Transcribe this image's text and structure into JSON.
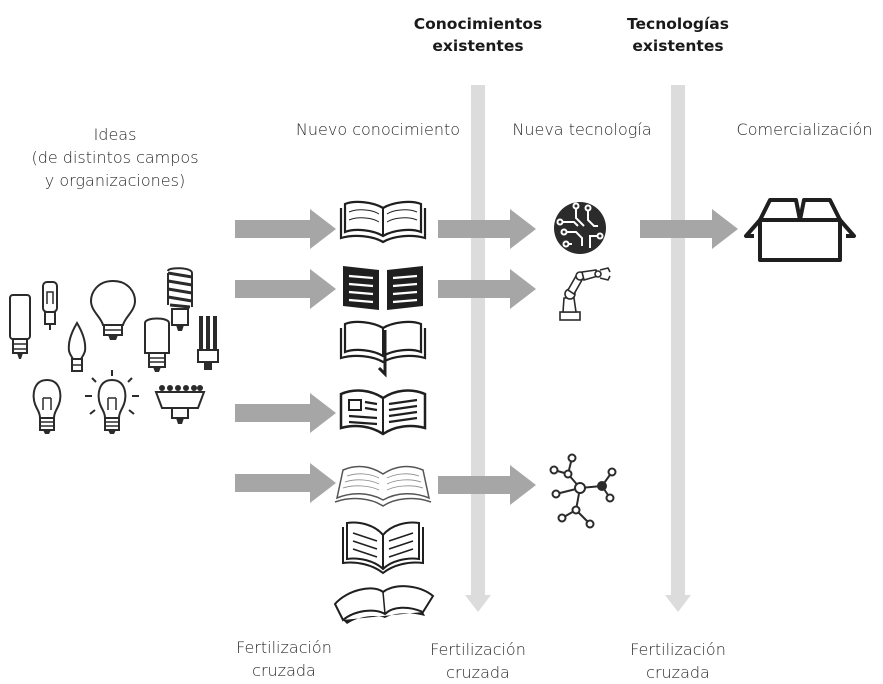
{
  "headers": {
    "existing_knowledge": "Conocimientos\nexistentes",
    "existing_technology": "Tecnologías\nexistentes"
  },
  "stages": {
    "ideas": "Ideas\n(de distintos campos\ny organizaciones)",
    "new_knowledge": "Nuevo conocimiento",
    "new_technology": "Nueva tecnología",
    "commercialization": "Comercialización"
  },
  "cross_fertilization": {
    "left": "Fertilización\ncruzada",
    "middle": "Fertilización\ncruzada",
    "right": "Fertilización\ncruzada"
  },
  "colors": {
    "arrow": "#a6a6a6",
    "column_arrow": "#dcdcdc",
    "icon": "#2b2b2b"
  },
  "icons": [
    "light-bulb-icon",
    "open-book-icon",
    "circuit-chip-icon",
    "robot-arm-icon",
    "molecule-network-icon",
    "open-box-icon"
  ]
}
